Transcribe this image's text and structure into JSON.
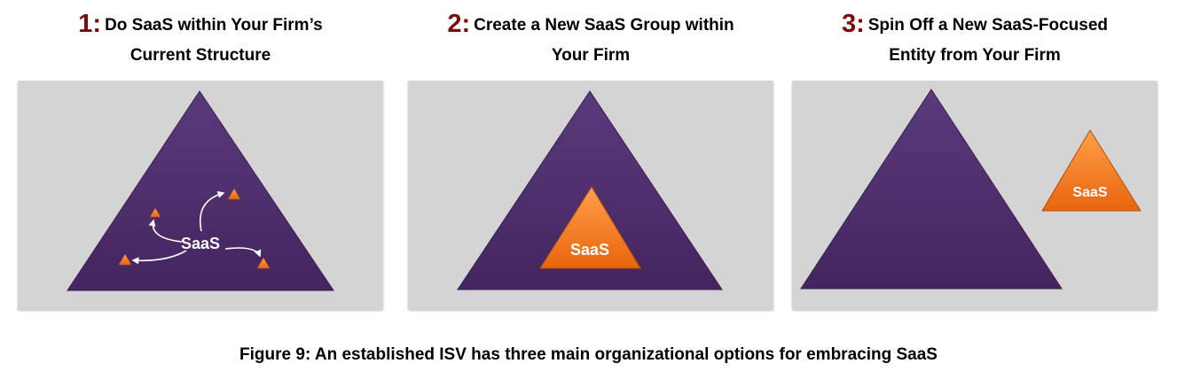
{
  "options": [
    {
      "number": "1:",
      "title_line1": "Do SaaS within Your Firm’s",
      "title_line2": "Current Structure",
      "saas_label": "SaaS"
    },
    {
      "number": "2:",
      "title_line1": "Create a New SaaS Group within",
      "title_line2": "Your Firm",
      "saas_label": "SaaS"
    },
    {
      "number": "3:",
      "title_line1": "Spin Off a New SaaS-Focused",
      "title_line2": "Entity from Your Firm",
      "saas_label": "SaaS"
    }
  ],
  "caption": "Figure 9: An established ISV has three main organizational options for embracing SaaS",
  "colors": {
    "panel": "#d4d4d4",
    "firm_triangle": "#4f2d6e",
    "saas_orange": "#f07a1a",
    "number": "#7a0c0c"
  }
}
